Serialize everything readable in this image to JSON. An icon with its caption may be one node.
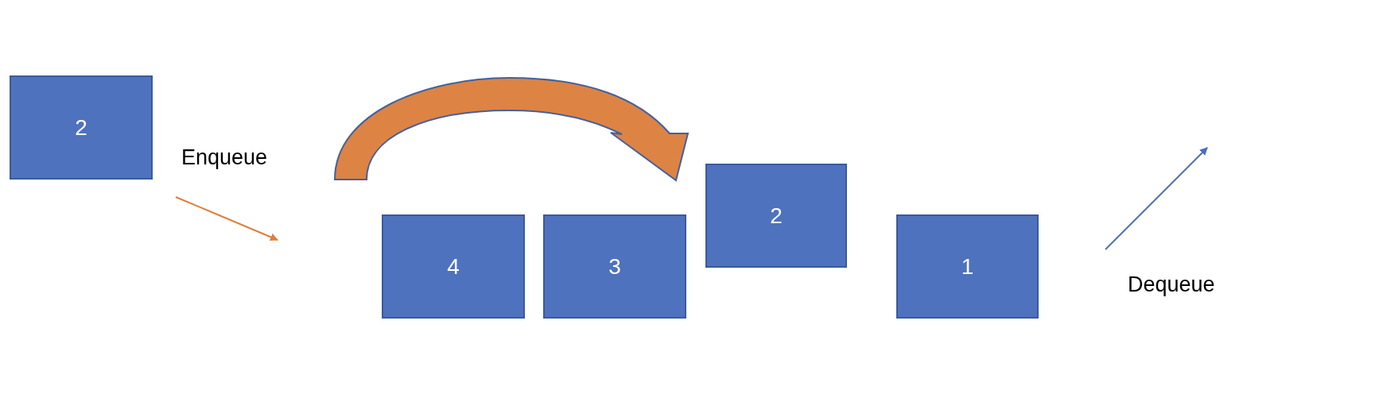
{
  "diagram": {
    "nodes": [
      {
        "text": [
          "2"
        ]
      },
      {
        "text": [
          "4"
        ]
      },
      {
        "text": [
          "3"
        ]
      },
      {
        "text": [
          "2"
        ]
      },
      {
        "text": [
          "1"
        ]
      }
    ],
    "labels": [
      "Enqueue",
      "Dequeue"
    ]
  }
}
